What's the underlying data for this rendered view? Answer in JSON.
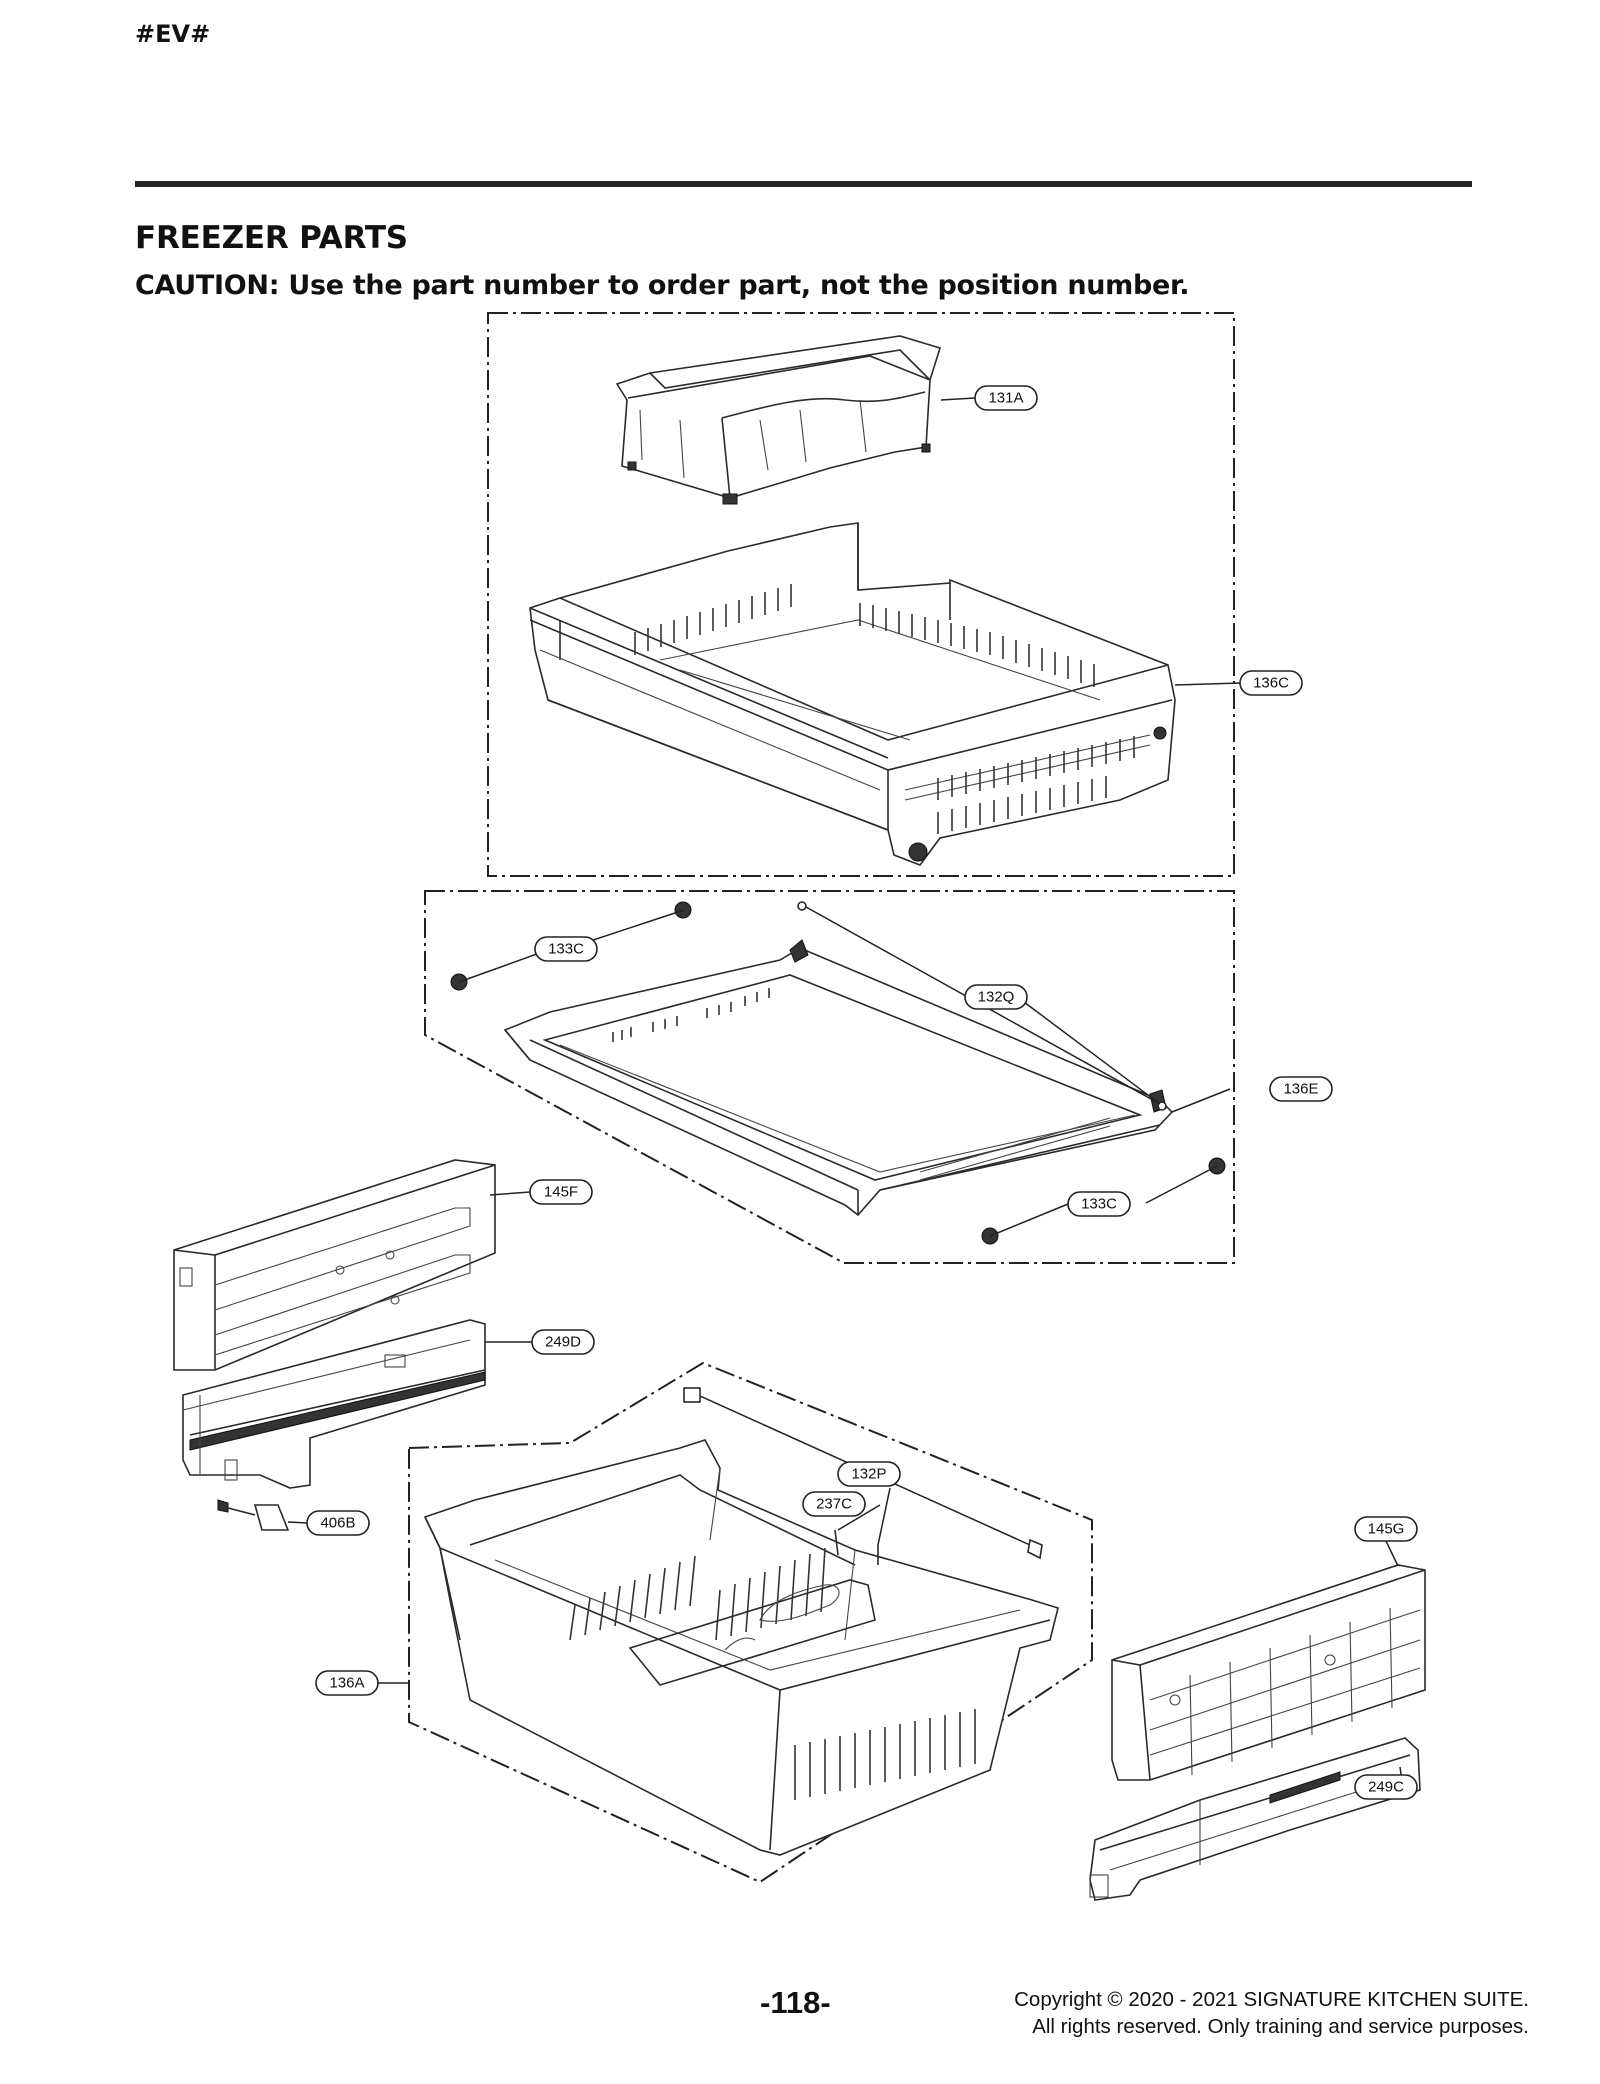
{
  "header": {
    "doc_tag": "#EV#",
    "section_title": "FREEZER PARTS",
    "caution": "CAUTION: Use the part number to order part, not the position number."
  },
  "callouts": {
    "c131A": "131A",
    "c136C": "136C",
    "c133C_top": "133C",
    "c132Q": "132Q",
    "c136E": "136E",
    "c133C_bottom": "133C",
    "c145F": "145F",
    "c249D": "249D",
    "c406B": "406B",
    "c132P": "132P",
    "c237C": "237C",
    "c136A": "136A",
    "c145G": "145G",
    "c249C": "249C"
  },
  "footer": {
    "page_number": "-118-",
    "copyright_line1": "Copyright © 2020 - 2021 SIGNATURE KITCHEN SUITE.",
    "copyright_line2": "All rights reserved. Only training and service purposes."
  }
}
